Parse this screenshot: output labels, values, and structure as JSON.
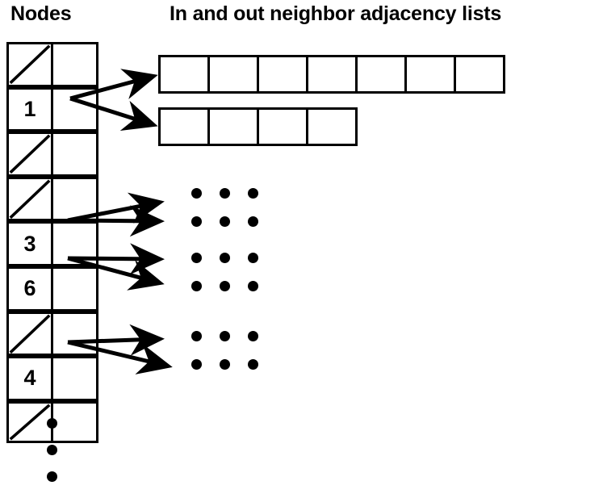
{
  "diagram": {
    "title": "Node table with in and out neighbor adjacency lists",
    "headers": {
      "nodes": "Nodes",
      "lists": "In and out neighbor adjacency lists"
    },
    "colors": {
      "stroke": "#000000",
      "background": "#ffffff",
      "text": "#000000"
    },
    "node_table": {
      "column_count": 2,
      "row_count": 8,
      "rows": [
        {
          "index": 0,
          "id": "",
          "empty": true,
          "slashed": true,
          "has_arrows": false
        },
        {
          "index": 1,
          "id": "1",
          "empty": false,
          "slashed": false,
          "has_arrows": true
        },
        {
          "index": 2,
          "id": "",
          "empty": true,
          "slashed": true,
          "has_arrows": false
        },
        {
          "index": 3,
          "id": "",
          "empty": true,
          "slashed": true,
          "has_arrows": false
        },
        {
          "index": 4,
          "id": "3",
          "empty": false,
          "slashed": false,
          "has_arrows": true
        },
        {
          "index": 5,
          "id": "6",
          "empty": false,
          "slashed": false,
          "has_arrows": true
        },
        {
          "index": 6,
          "id": "",
          "empty": true,
          "slashed": true,
          "has_arrows": false
        },
        {
          "index": 7,
          "id": "4",
          "empty": false,
          "slashed": false,
          "has_arrows": true
        },
        {
          "index": 8,
          "id": "",
          "empty": true,
          "slashed": true,
          "has_arrows": false
        }
      ],
      "continuation": "vertical-ellipsis",
      "continuation_dot_count": 3
    },
    "adjacency_lists": [
      {
        "owner": "1",
        "kind": "in-neighbors",
        "cell_count": 7,
        "cells": [
          "",
          "",
          "",
          "",
          "",
          "",
          ""
        ]
      },
      {
        "owner": "1",
        "kind": "out-neighbors",
        "cell_count": 4,
        "cells": [
          "",
          "",
          "",
          ""
        ]
      }
    ],
    "ellipsis_groups": [
      {
        "for_node": "3",
        "rows": 2,
        "columns": 3
      },
      {
        "for_node": "6",
        "rows": 2,
        "columns": 3
      },
      {
        "for_node": "4",
        "rows": 2,
        "columns": 3
      }
    ],
    "arrow_pairs": [
      {
        "from_node": "1",
        "count": 2
      },
      {
        "from_node": "3",
        "count": 2
      },
      {
        "from_node": "6",
        "count": 2
      },
      {
        "from_node": "4",
        "count": 2
      }
    ]
  }
}
